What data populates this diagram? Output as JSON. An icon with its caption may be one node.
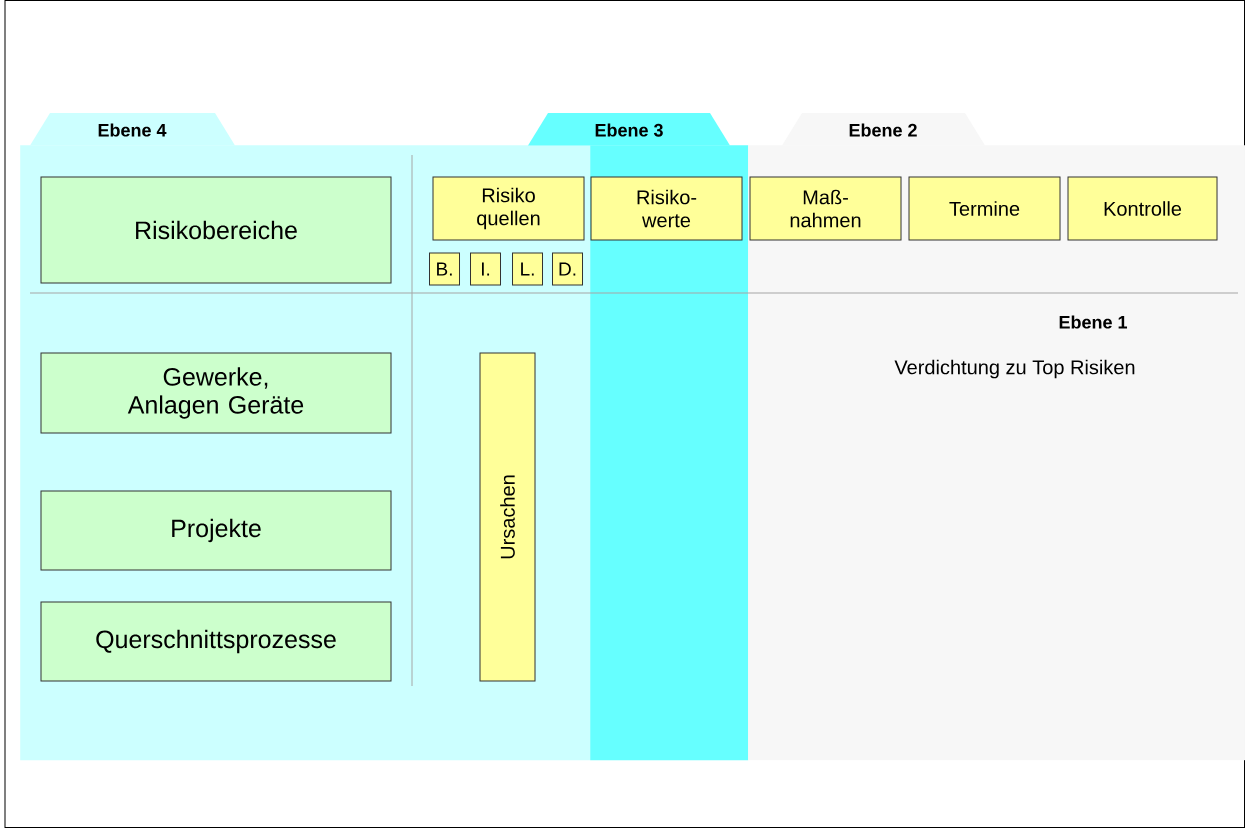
{
  "diagram": {
    "nodes": [
      {
        "text": [
          "Ebene 4"
        ]
      },
      {
        "text": [
          "Ebene 3"
        ]
      },
      {
        "text": [
          "Ebene 2"
        ]
      },
      {
        "text": [
          "Risikobereiche"
        ],
        "in": 0
      },
      {
        "text": [
          "Risiko quellen"
        ],
        "in": 0
      },
      {
        "text": [
          "B."
        ],
        "in": 0
      },
      {
        "text": [
          "I."
        ],
        "in": 0
      },
      {
        "text": [
          "L."
        ],
        "in": 0
      },
      {
        "text": [
          "D."
        ],
        "in": 0
      },
      {
        "text": [
          "Risiko- werte"
        ],
        "in": 1
      },
      {
        "text": [
          "Maß- nahmen"
        ],
        "in": 2
      },
      {
        "text": [
          "Termine"
        ],
        "in": 2
      },
      {
        "text": [
          "Kontrolle"
        ],
        "in": 2
      },
      {
        "text": [
          "Gewerke, Anlagen Geräte"
        ],
        "in": 0
      },
      {
        "text": [
          "Projekte"
        ],
        "in": 0
      },
      {
        "text": [
          "Querschnittsprozesse"
        ],
        "in": 0
      },
      {
        "text": [
          "Ursachen"
        ],
        "in": 0
      }
    ],
    "labels": [
      "Ebene 1",
      "Verdichtung zu Top Risiken"
    ]
  }
}
